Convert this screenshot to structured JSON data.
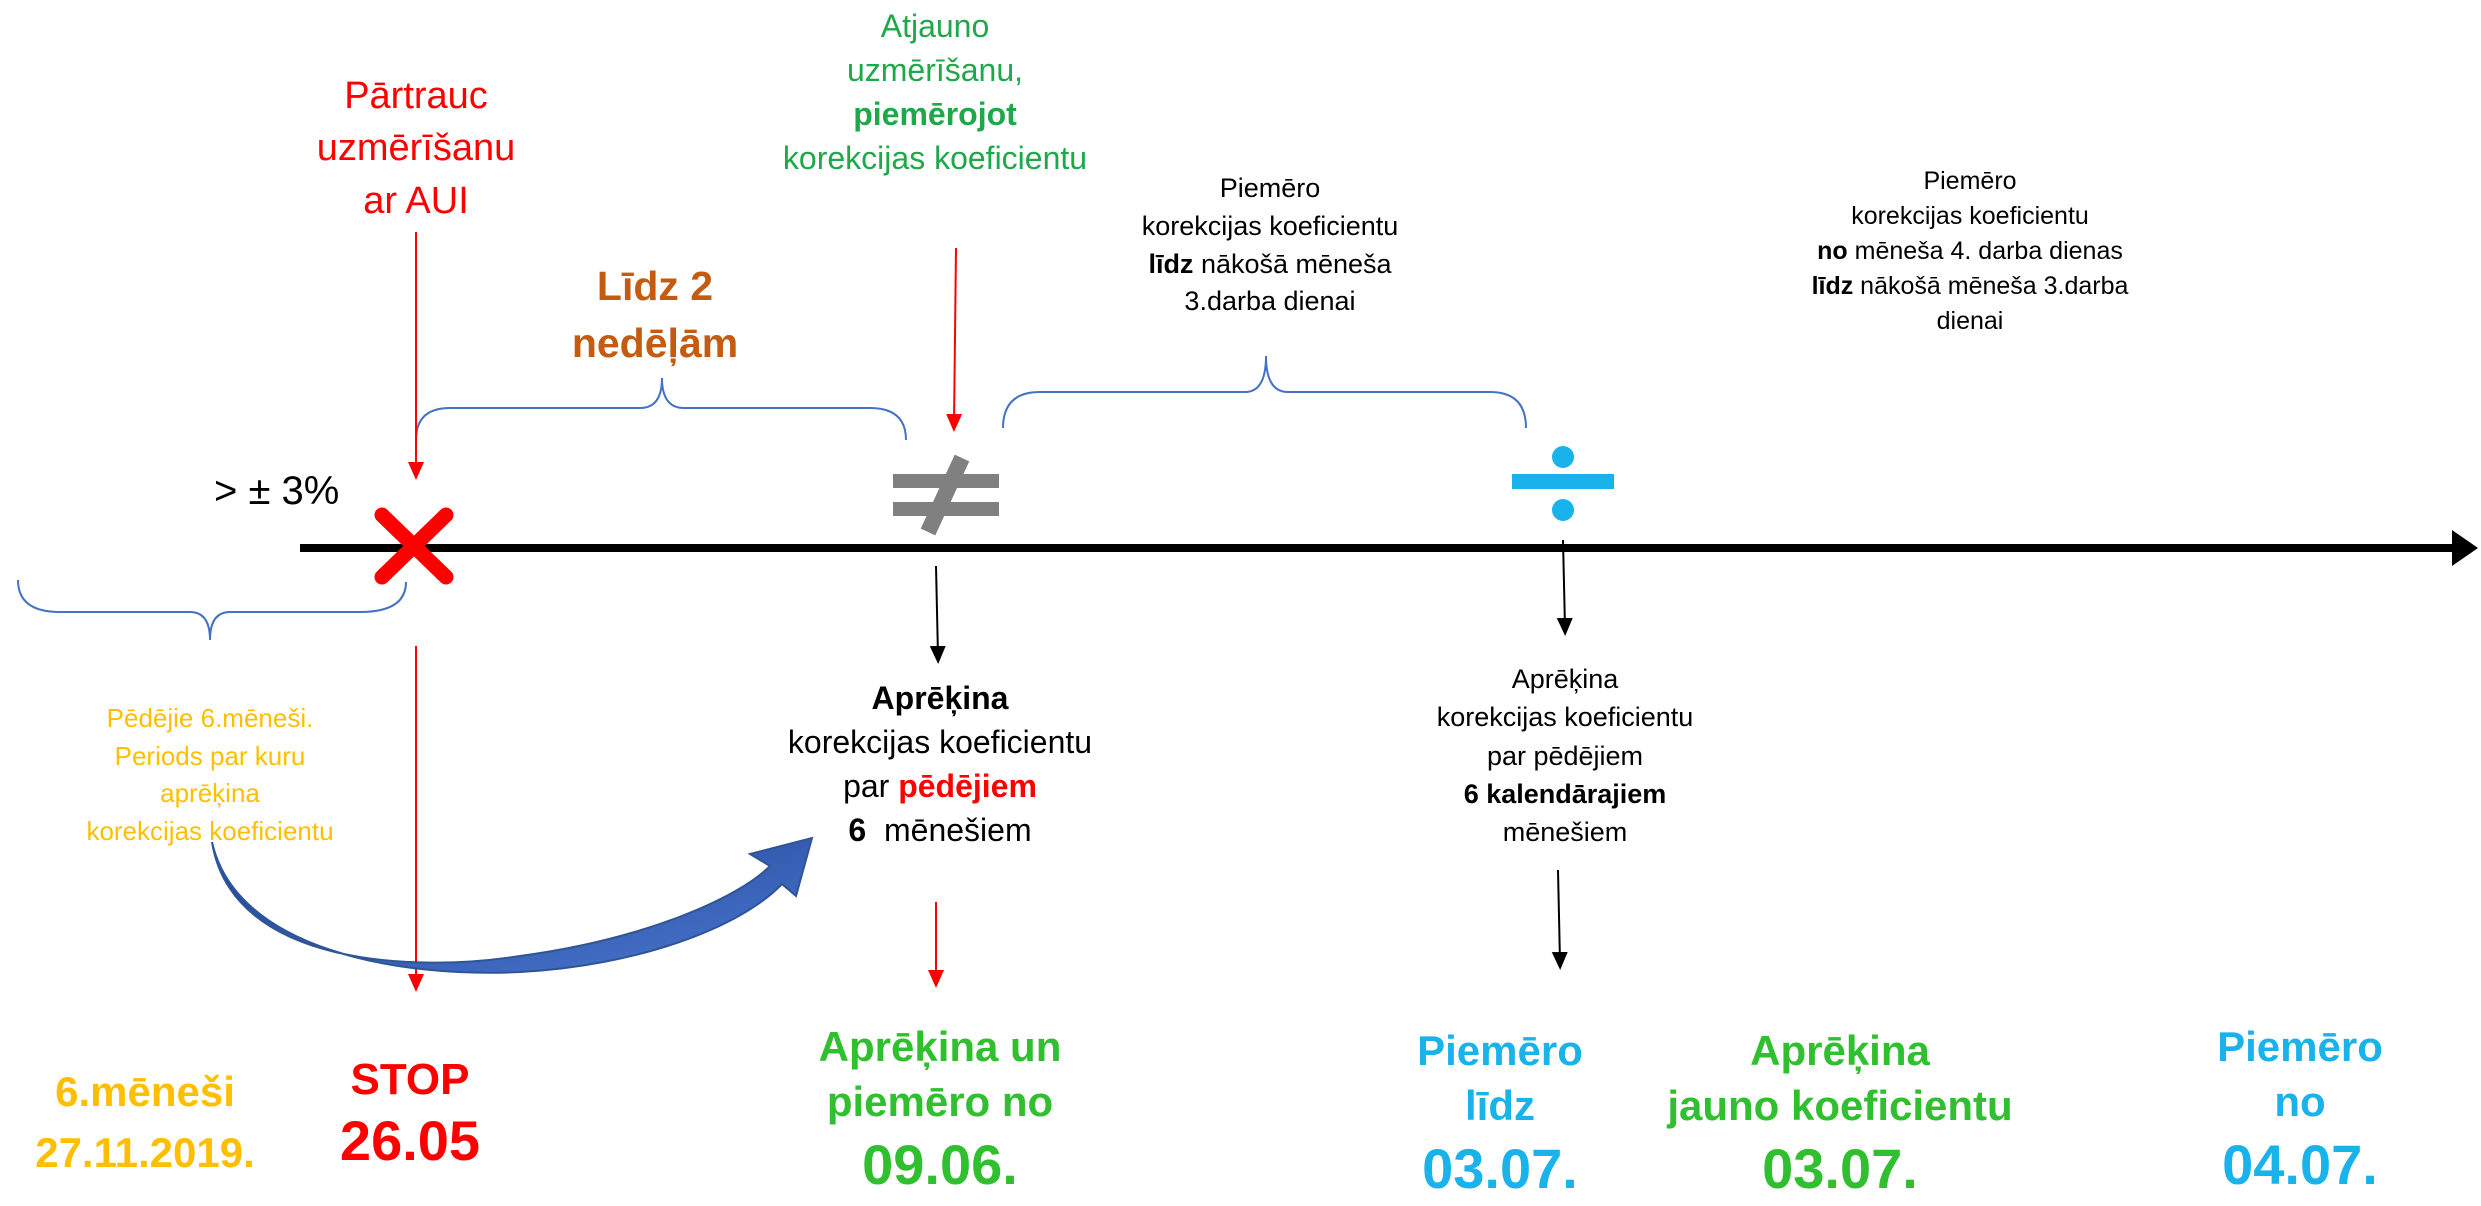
{
  "threshold_label": "> ± 3%",
  "stop_note": [
    "Pārtrauc",
    "uzmērīšanu",
    "ar AUI"
  ],
  "resume_note": {
    "line1": "Atjauno",
    "line2": "uzmērīšanu,",
    "line3_bold": "piemērojot",
    "line4": "korekcijas koeficientu"
  },
  "duration_label": [
    "Līdz 2",
    "nedēļām"
  ],
  "apply_note_1": {
    "line1": "Piemēro",
    "line2": "korekcijas koeficientu",
    "line3_bold": "līdz",
    "line3_rest": " nākošā mēneša",
    "line4": "3.darba dienai"
  },
  "apply_note_2": {
    "line1": "Piemēro",
    "line2": "korekcijas koeficientu",
    "line3_bold": "no",
    "line3_rest": " mēneša 4. darba dienas",
    "line4_bold": "līdz",
    "line4_rest": " nākošā mēneša 3.darba",
    "line5": "dienai"
  },
  "period_note": [
    "Pēdējie 6.mēneši.",
    "Periods  par kuru",
    "aprēķina",
    "korekcijas koeficientu"
  ],
  "calc_note_1": {
    "line1_bold": "Aprēķina",
    "line2": "korekcijas koeficientu",
    "line3_pre": "par ",
    "line3_red_bold": "pēdējiem",
    "line4_bold": "6",
    "line4_rest": "  mēnešiem"
  },
  "calc_note_2": {
    "line1": "Aprēķina",
    "line2": "korekcijas koeficientu",
    "line3": "par pēdējiem",
    "line4_bold": "6 kalendārajiem",
    "line5": "mēnešiem"
  },
  "bottom": {
    "months": {
      "line1": "6.mēneši",
      "line2": "27.11.2019."
    },
    "stop": {
      "line1": "STOP",
      "line2": "26.05"
    },
    "calc_apply": {
      "line1": "Aprēķina un",
      "line2": "piemēro no",
      "line3": "09.06."
    },
    "apply_until": {
      "line1": "Piemēro",
      "line2": "līdz",
      "line3": "03.07."
    },
    "calc_new": {
      "line1": "Aprēķina",
      "line2": "jauno koeficientu",
      "line3": "03.07."
    },
    "apply_from": {
      "line1": "Piemēro",
      "line2": "no",
      "line3": "04.07."
    }
  },
  "colors": {
    "red": "#ff0000",
    "green": "#1ea84a",
    "bright_green": "#2fbf2f",
    "gold": "#ffbf00",
    "brown": "#c55a11",
    "cyan": "#1ab2ea",
    "brace_blue": "#4472c4",
    "arrow_blue": "#2f5597",
    "gray_symbol": "#808080"
  },
  "icons": [
    "stop-cross-icon",
    "not-equal-icon",
    "divide-icon",
    "curved-arrow-icon"
  ]
}
